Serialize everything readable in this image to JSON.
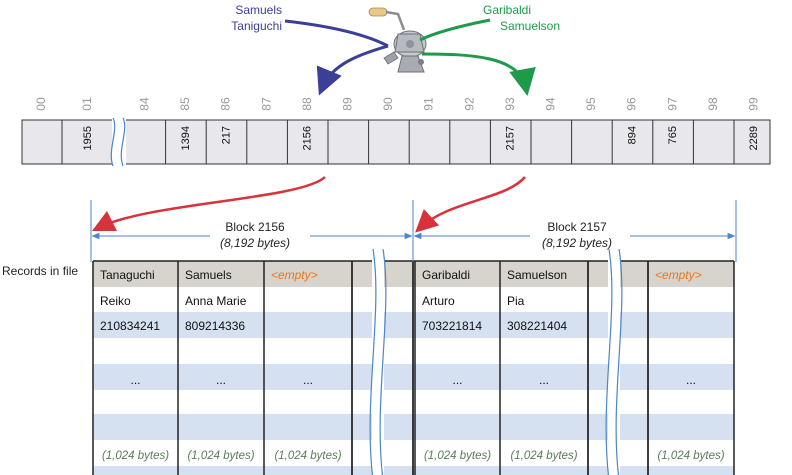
{
  "colors": {
    "blue": "#3b3f96",
    "green": "#1e9a4a",
    "red": "#d8323a",
    "ruler_blue": "#4a86c8",
    "cell_fill": "#e8e8ec",
    "header_fill": "#d6d4cc",
    "row_blue": "#d5e0f0",
    "empty_orange": "#e87722",
    "note_green": "#5a7d5a"
  },
  "hash_inputs": {
    "left": [
      "Samuels",
      "Taniguchi"
    ],
    "right": [
      "Garibaldi",
      "Samuelson"
    ]
  },
  "slot_labels": [
    "00",
    "01",
    "84",
    "85",
    "86",
    "87",
    "88",
    "89",
    "90",
    "91",
    "92",
    "93",
    "94",
    "95",
    "96",
    "97",
    "98",
    "99"
  ],
  "slot_values": [
    "",
    "1955",
    "",
    "1394",
    "217",
    "",
    "2156",
    "",
    "",
    "",
    "",
    "2157",
    "",
    "",
    "894",
    "765",
    "",
    "2289"
  ],
  "records_label": "Records in file",
  "blocks": [
    {
      "title": "Block 2156",
      "size": "(8,192 bytes)",
      "columns": [
        {
          "header": "Tanaguchi",
          "first": "Reiko",
          "id": "210834241",
          "dots": "...",
          "size": "(1,024 bytes)"
        },
        {
          "header": "Samuels",
          "first": "Anna Marie",
          "id": "809214336",
          "dots": "...",
          "size": "(1,024 bytes)"
        },
        {
          "header": "<empty>",
          "first": "",
          "id": "",
          "dots": "...",
          "size": "(1,024 bytes)"
        }
      ]
    },
    {
      "title": "Block 2157",
      "size": "(8,192 bytes)",
      "columns": [
        {
          "header": "Garibaldi",
          "first": "Arturo",
          "id": "703221814",
          "dots": "...",
          "size": "(1,024 bytes)"
        },
        {
          "header": "Samuelson",
          "first": "Pia",
          "id": "308221404",
          "dots": "...",
          "size": "(1,024 bytes)"
        },
        {
          "header": "<empty>",
          "first": "",
          "id": "",
          "dots": "...",
          "size": "(1,024 bytes)"
        }
      ]
    }
  ],
  "icons": {
    "hash_function": "meat-grinder-icon"
  }
}
